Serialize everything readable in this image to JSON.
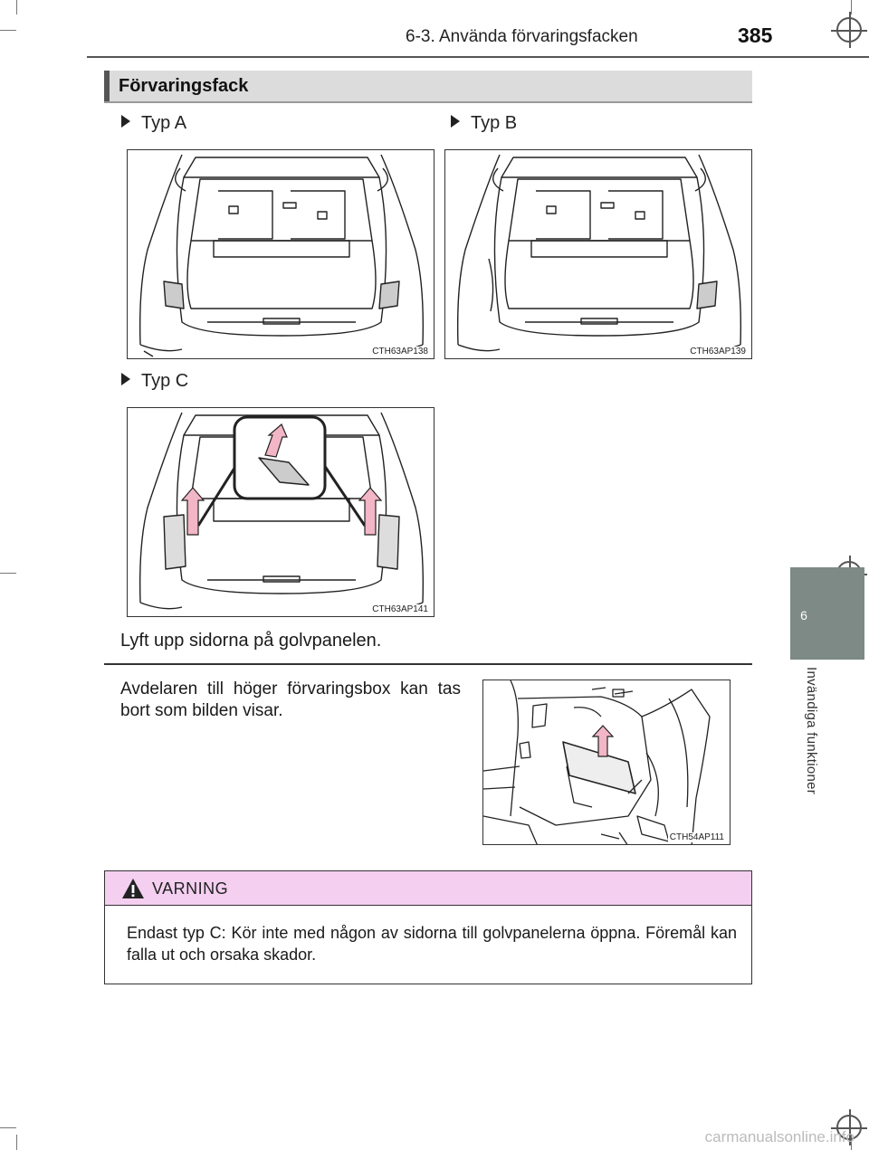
{
  "header": {
    "section": "6-3. Använda förvaringsfacken",
    "page_number": "385"
  },
  "section_heading": "Förvaringsfack",
  "types": {
    "a": {
      "label": "Typ A",
      "figure_code": "CTH63AP138"
    },
    "b": {
      "label": "Typ B",
      "figure_code": "CTH63AP139"
    },
    "c": {
      "label": "Typ C",
      "figure_code": "CTH63AP141"
    }
  },
  "caption_c": "Lyft upp sidorna på golvpanelen.",
  "divider_text": "Avdelaren till höger förvaringsbox kan tas bort som bilden visar.",
  "divider_figure_code": "CTH54AP111",
  "side_tab": {
    "number": "6",
    "title": "Invändiga funktioner",
    "color": "#7d8a85"
  },
  "warning": {
    "title": "VARNING",
    "body": "Endast typ C: Kör inte med någon av sidorna till golvpanelerna öppna. Föremål kan falla ut och orsaka skador.",
    "header_color": "#f4cff0"
  },
  "footer": "carmanualsonline.info"
}
